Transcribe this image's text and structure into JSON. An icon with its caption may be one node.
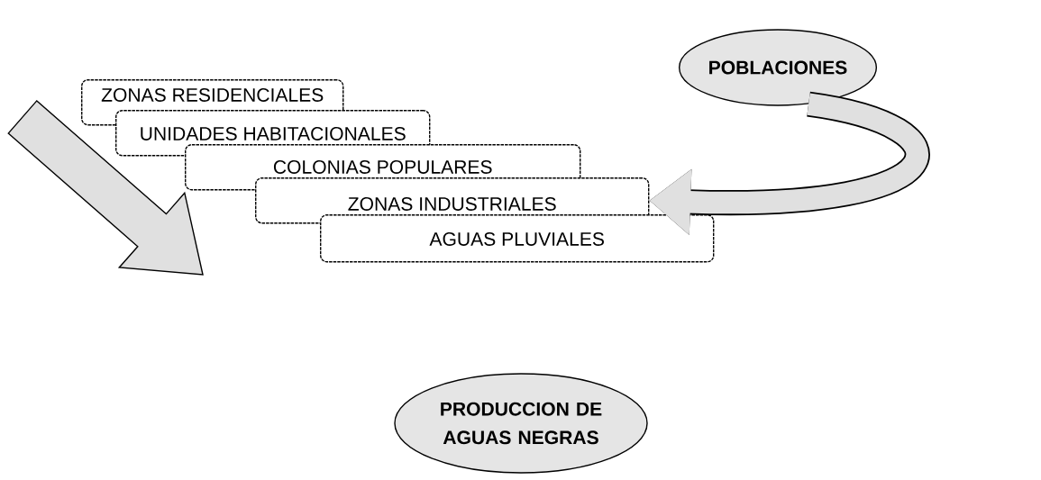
{
  "diagram": {
    "nodes": [
      {
        "text": [
          "ZONAS RESIDENCIALES"
        ]
      },
      {
        "text": [
          "UNIDADES HABITACIONALES"
        ]
      },
      {
        "text": [
          "COLONIAS POPULARES"
        ]
      },
      {
        "text": [
          "ZONAS INDUSTRIALES"
        ]
      },
      {
        "text": [
          "AGUAS PLUVIALES"
        ]
      },
      {
        "text": [
          "POBLACIONES"
        ]
      },
      {
        "text": [
          "PRODUCCION DE AGUAS NEGRAS"
        ]
      }
    ],
    "edges": [
      {
        "from": 5,
        "to": 3,
        "arrow": "to"
      }
    ]
  }
}
